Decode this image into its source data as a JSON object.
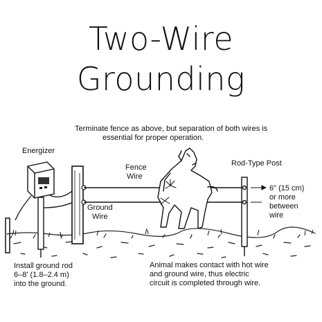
{
  "title": {
    "line1": "Two-Wire",
    "line2": "Grounding"
  },
  "note": {
    "line1": "Terminate fence as above, but separation of both wires is",
    "line2": "essential for proper operation."
  },
  "labels": {
    "energizer": "Energizer",
    "fence_wire_1": "Fence",
    "fence_wire_2": "Wire",
    "ground_wire_1": "Ground",
    "ground_wire_2": "Wire",
    "rod_post": "Rod-Type Post",
    "sep_1": "6\" (15 cm)",
    "sep_2": "or more",
    "sep_3": "between",
    "sep_4": "wire",
    "install_1": "Install ground rod",
    "install_2": "6–8' (1.8–2.4 m)",
    "install_3": "into the ground.",
    "contact_1": "Animal makes contact with hot wire",
    "contact_2": "and ground wire, thus electric",
    "contact_3": "circuit is completed through wire."
  }
}
